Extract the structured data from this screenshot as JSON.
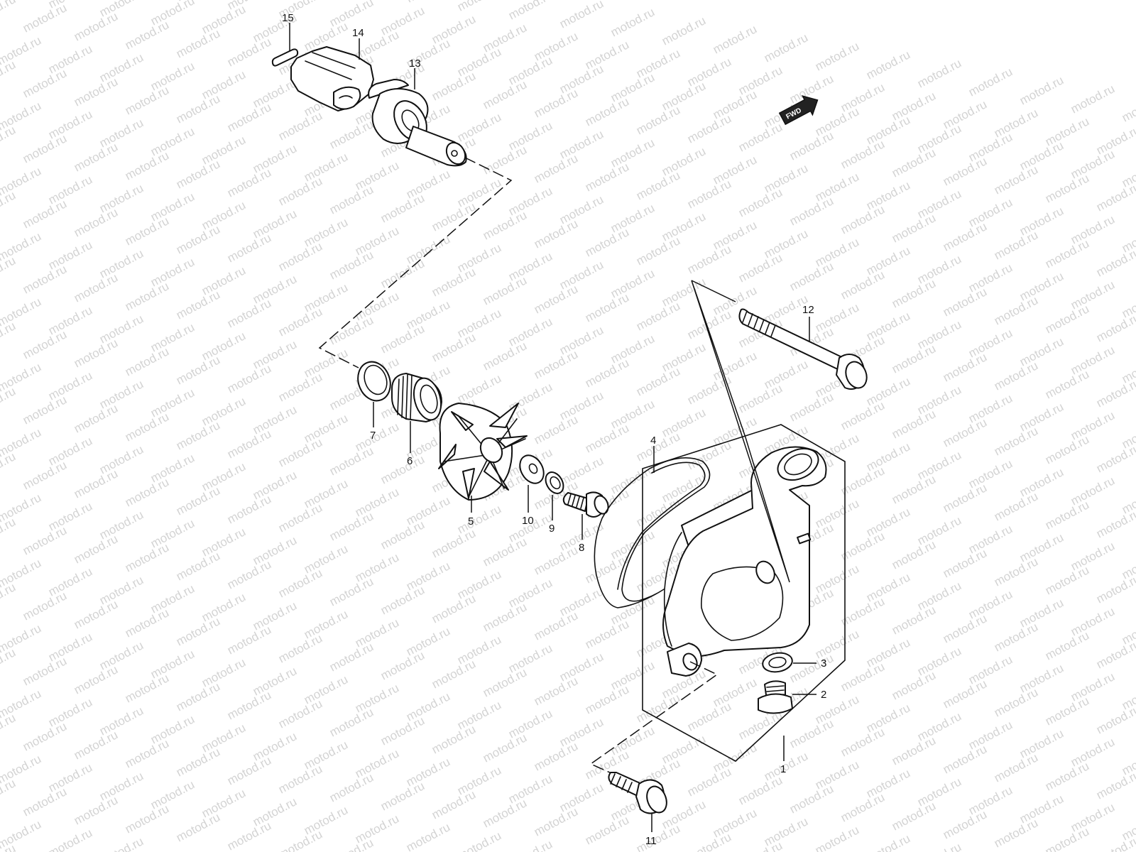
{
  "watermark": "motod.ru",
  "direction_badge": "FWD",
  "callouts": [
    {
      "id": "1",
      "label": "1"
    },
    {
      "id": "2",
      "label": "2"
    },
    {
      "id": "3",
      "label": "3"
    },
    {
      "id": "4",
      "label": "4"
    },
    {
      "id": "5",
      "label": "5"
    },
    {
      "id": "6",
      "label": "6"
    },
    {
      "id": "7",
      "label": "7"
    },
    {
      "id": "8",
      "label": "8"
    },
    {
      "id": "9",
      "label": "9"
    },
    {
      "id": "10",
      "label": "10"
    },
    {
      "id": "11",
      "label": "11"
    },
    {
      "id": "12",
      "label": "12"
    },
    {
      "id": "13",
      "label": "13"
    },
    {
      "id": "14",
      "label": "14"
    },
    {
      "id": "15",
      "label": "15"
    }
  ]
}
